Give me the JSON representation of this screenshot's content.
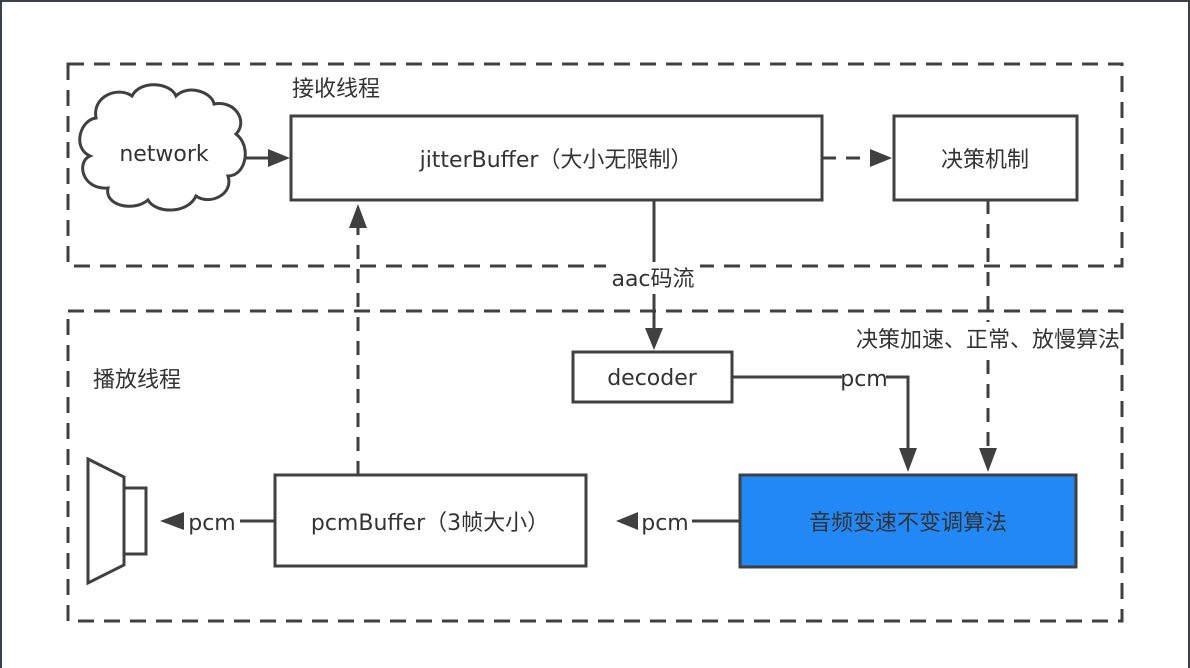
{
  "diagram": {
    "groups": {
      "receive_thread": "接收线程",
      "playback_thread": "播放线程"
    },
    "nodes": {
      "network": "network",
      "jitter_buffer": "jitterBuffer（大小无限制）",
      "decision": "决策机制",
      "decoder": "decoder",
      "time_stretch": "音频变速不变调算法",
      "pcm_buffer": "pcmBuffer（3帧大小）",
      "speaker": "speaker"
    },
    "edges": {
      "aac_stream": "aac码流",
      "decoder_pcm": "pcm",
      "stretch_pcm": "pcm",
      "buffer_pcm": "pcm",
      "decision_label": "决策加速、正常、放慢算法"
    },
    "colors": {
      "line": "#404040",
      "highlight": "#2288f5",
      "text": "#333333"
    }
  }
}
